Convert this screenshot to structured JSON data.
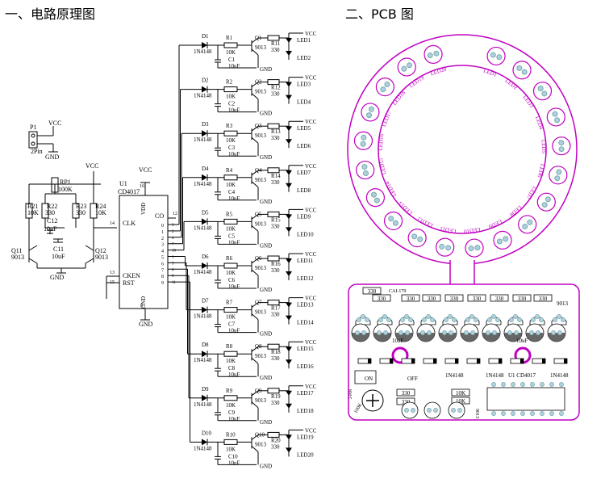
{
  "titles": {
    "schematic": "一、电路原理图",
    "pcb": "二、PCB 图"
  },
  "power": {
    "vcc": "VCC",
    "gnd": "GND"
  },
  "connector": {
    "ref": "P1",
    "desc": "2Pin"
  },
  "clock": {
    "rp": "RP1",
    "rp_val": "100K",
    "r21": "R21",
    "r21_val": "10K",
    "r22": "R22",
    "r22_val": "330",
    "r23": "R23",
    "r23_val": "330",
    "r24": "R24",
    "r24_val": "10K",
    "c11": "C11",
    "c11_val": "10uF",
    "c12": "C12",
    "c12_val": "10uF",
    "q11": "Q11",
    "q12": "Q12",
    "q_val": "9013"
  },
  "ic": {
    "ref": "U1",
    "part": "CD4017",
    "vdd": "VDD",
    "gnd": "GND",
    "clk": "CLK",
    "cken": "CKEN",
    "rst": "RST",
    "co": "CO",
    "pin_vdd": "16",
    "pin_clk": "14",
    "pin_cken": "13",
    "pin_rst": "15",
    "pin_gnd": "8",
    "pin_co": "12",
    "outputs": [
      "0",
      "1",
      "2",
      "3",
      "4",
      "5",
      "6",
      "7",
      "8",
      "9"
    ],
    "out_pins": [
      "3",
      "2",
      "4",
      "7",
      "10",
      "1",
      "5",
      "6",
      "9",
      "11"
    ]
  },
  "channels": [
    {
      "d": "D1",
      "r": "R1",
      "c": "C1",
      "q": "Q1",
      "rl": "R11",
      "la": "LED1",
      "lb": "LED2"
    },
    {
      "d": "D2",
      "r": "R2",
      "c": "C2",
      "q": "Q2",
      "rl": "R12",
      "la": "LED3",
      "lb": "LED4"
    },
    {
      "d": "D3",
      "r": "R3",
      "c": "C3",
      "q": "Q3",
      "rl": "R13",
      "la": "LED5",
      "lb": "LED6"
    },
    {
      "d": "D4",
      "r": "R4",
      "c": "C4",
      "q": "Q4",
      "rl": "R14",
      "la": "LED7",
      "lb": "LED8"
    },
    {
      "d": "D5",
      "r": "R5",
      "c": "C5",
      "q": "Q5",
      "rl": "R15",
      "la": "LED9",
      "lb": "LED10"
    },
    {
      "d": "D6",
      "r": "R6",
      "c": "C6",
      "q": "Q6",
      "rl": "R16",
      "la": "LED11",
      "lb": "LED12"
    },
    {
      "d": "D7",
      "r": "R7",
      "c": "C7",
      "q": "Q7",
      "rl": "R17",
      "la": "LED13",
      "lb": "LED14"
    },
    {
      "d": "D8",
      "r": "R8",
      "c": "C8",
      "q": "Q8",
      "rl": "R18",
      "la": "LED15",
      "lb": "LED16"
    },
    {
      "d": "D9",
      "r": "R9",
      "c": "C9",
      "q": "Q9",
      "rl": "R19",
      "la": "LED17",
      "lb": "LED18"
    },
    {
      "d": "D10",
      "r": "R10",
      "c": "C10",
      "q": "Q10",
      "rl": "R20",
      "la": "LED19",
      "lb": "LED20"
    }
  ],
  "channel_values": {
    "diode": "1N4148",
    "r": "10K",
    "c": "10uF",
    "q": "9013",
    "rl": "330"
  },
  "pcb": {
    "ring_leds": [
      "LED1",
      "LED2",
      "LED3",
      "LED4",
      "LED5",
      "LED6",
      "LED7",
      "LED8",
      "LED9",
      "LED10",
      "LED11",
      "LED12",
      "LED13",
      "LED14",
      "LED15",
      "LED16",
      "LED17",
      "LED18",
      "LED19",
      "LED20"
    ],
    "board_labels": {
      "r330": "330",
      "r10k": "10K",
      "c10uf": "10uF",
      "diode": "1N4148",
      "ic": "U1 CD4017",
      "q": "9013",
      "on": "ON",
      "off": "OFF",
      "cai": "CAI-179",
      "rp": "100K",
      "pin": "2-PIN"
    }
  },
  "colors": {
    "pcb_outline": "#c000c0",
    "pad": "#b0d0e0",
    "pad_hole": "#ffffff",
    "cap_ring": "#c000c0"
  }
}
